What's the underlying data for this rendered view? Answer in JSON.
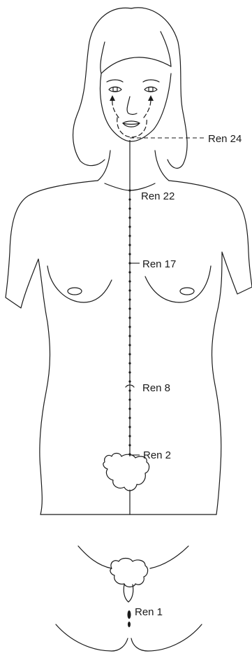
{
  "diagram": {
    "points": [
      {
        "id": "ren24",
        "label": "Ren 24"
      },
      {
        "id": "ren22",
        "label": "Ren 22"
      },
      {
        "id": "ren17",
        "label": "Ren 17"
      },
      {
        "id": "ren8",
        "label": "Ren 8"
      },
      {
        "id": "ren2",
        "label": "Ren 2"
      },
      {
        "id": "ren1",
        "label": "Ren 1"
      }
    ]
  }
}
